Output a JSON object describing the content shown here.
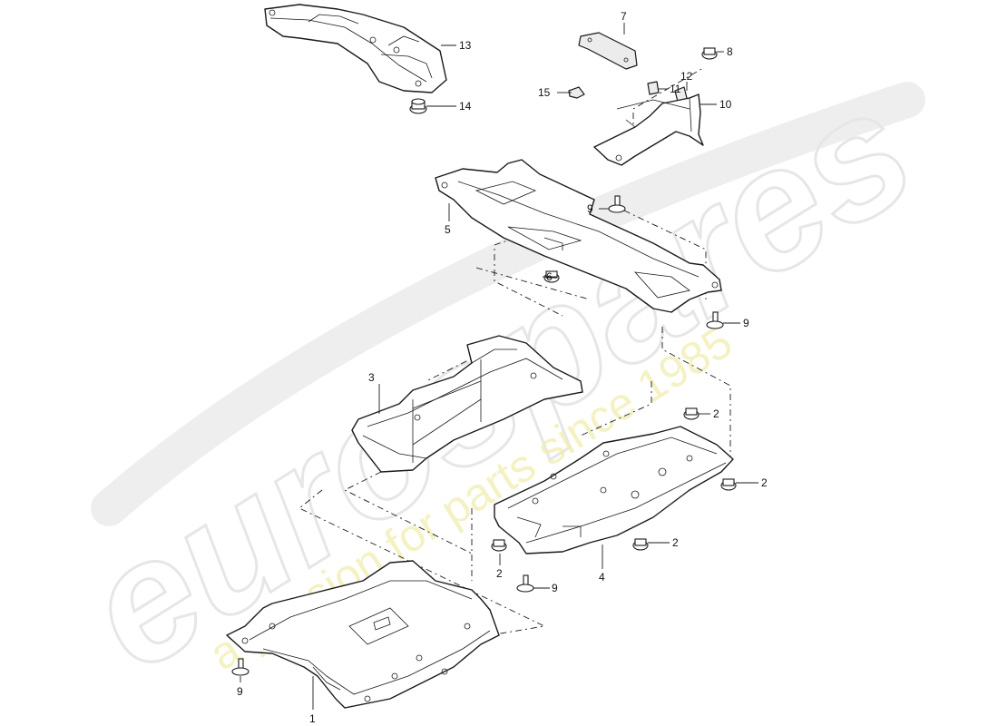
{
  "watermark": {
    "brand": "eurospares",
    "tagline": "a passion for parts since 1985"
  },
  "callouts": [
    {
      "id": "c1",
      "label": "1"
    },
    {
      "id": "c2a",
      "label": "2"
    },
    {
      "id": "c2b",
      "label": "2"
    },
    {
      "id": "c2c",
      "label": "2"
    },
    {
      "id": "c2d",
      "label": "2"
    },
    {
      "id": "c3",
      "label": "3"
    },
    {
      "id": "c4",
      "label": "4"
    },
    {
      "id": "c5",
      "label": "5"
    },
    {
      "id": "c6",
      "label": "6"
    },
    {
      "id": "c7",
      "label": "7"
    },
    {
      "id": "c8",
      "label": "8"
    },
    {
      "id": "c9a",
      "label": "9"
    },
    {
      "id": "c9b",
      "label": "9"
    },
    {
      "id": "c9c",
      "label": "9"
    },
    {
      "id": "c9d",
      "label": "9"
    },
    {
      "id": "c10",
      "label": "10"
    },
    {
      "id": "c11",
      "label": "11"
    },
    {
      "id": "c12",
      "label": "12"
    },
    {
      "id": "c13",
      "label": "13"
    },
    {
      "id": "c14",
      "label": "14"
    },
    {
      "id": "c15",
      "label": "15"
    }
  ]
}
